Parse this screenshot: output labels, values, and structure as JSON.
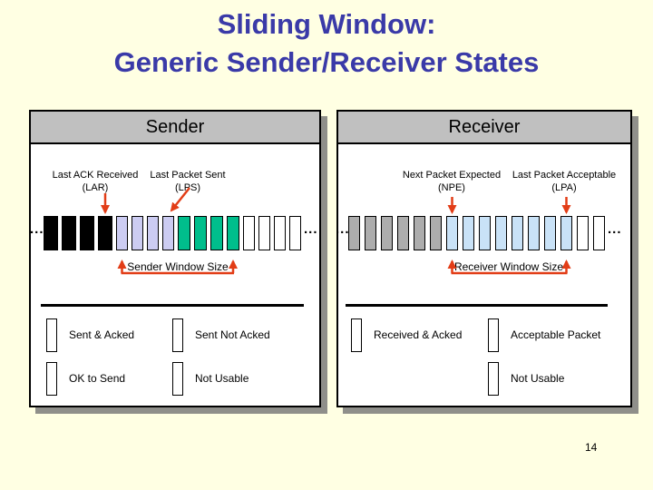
{
  "slide": {
    "title_line1": "Sliding Window:",
    "title_line2": "Generic Sender/Receiver States",
    "page_number": "14",
    "background_color": "#FFFFE3",
    "title_color": "#3A3AA8",
    "arrow_color": "#E23D17",
    "panel_header_color": "#C0C0C0",
    "state_colors": {
      "sent_acked": "#000000",
      "sent_not_acked": "#CCCCF2",
      "ok_to_send": "#00BE8C",
      "received_acked": "#ADADAD",
      "acceptable_packet": "#C9E2F7",
      "not_usable": "#FFFFFF"
    }
  },
  "sender": {
    "header": "Sender",
    "pointer1_name": "Last ACK Received",
    "pointer1_abbr": "(LAR)",
    "pointer2_name": "Last Packet Sent",
    "pointer2_abbr": "(LPS)",
    "ellipsis_left": "...",
    "ellipsis_right": "...",
    "window_label": "Sender Window Size",
    "cells": [
      "sent-acked",
      "sent-acked",
      "sent-acked",
      "sent-acked",
      "sent-not-acked",
      "sent-not-acked",
      "sent-not-acked",
      "sent-not-acked",
      "ok-to-send",
      "ok-to-send",
      "ok-to-send",
      "ok-to-send",
      "not-usable",
      "not-usable",
      "not-usable",
      "not-usable"
    ],
    "legend": [
      {
        "label": "Sent & Acked",
        "state": "sent-acked"
      },
      {
        "label": "Sent Not Acked",
        "state": "sent-not-acked"
      },
      {
        "label": "OK to Send",
        "state": "ok-to-send"
      },
      {
        "label": "Not Usable",
        "state": "not-usable"
      }
    ]
  },
  "receiver": {
    "header": "Receiver",
    "pointer1_name": "Next Packet Expected",
    "pointer1_abbr": "(NPE)",
    "pointer2_name": "Last Packet Acceptable",
    "pointer2_abbr": "(LPA)",
    "ellipsis_left": "...",
    "ellipsis_right": "...",
    "window_label": "Receiver Window Size",
    "cells": [
      "received-acked",
      "received-acked",
      "received-acked",
      "received-acked",
      "received-acked",
      "received-acked",
      "acceptable",
      "acceptable",
      "acceptable",
      "acceptable",
      "acceptable",
      "acceptable",
      "acceptable",
      "acceptable",
      "not-usable",
      "not-usable"
    ],
    "legend": [
      {
        "label": "Received & Acked",
        "state": "received-acked"
      },
      {
        "label": "Acceptable Packet",
        "state": "acceptable"
      },
      {
        "label": "Not Usable",
        "state": "not-usable"
      }
    ]
  }
}
